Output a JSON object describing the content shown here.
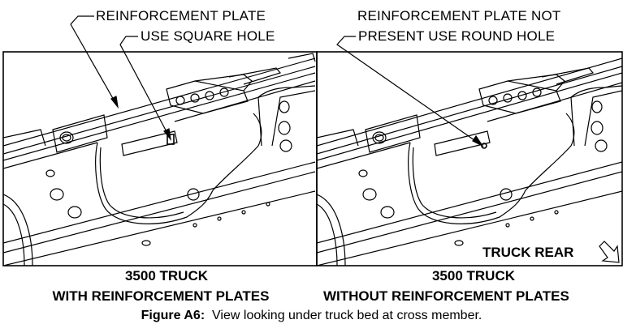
{
  "labels": {
    "left_callout_1": "REINFORCEMENT PLATE",
    "left_callout_2": "USE SQUARE HOLE",
    "right_callout_1": "REINFORCEMENT PLATE NOT",
    "right_callout_2": "PRESENT USE ROUND HOLE",
    "truck_rear": "TRUCK REAR"
  },
  "captions": {
    "left_line_1": "3500 TRUCK",
    "left_line_2": "WITH REINFORCEMENT PLATES",
    "right_line_1": "3500 TRUCK",
    "right_line_2": "WITHOUT REINFORCEMENT PLATES",
    "figure_label": "Figure A6:",
    "figure_text": "View looking under truck bed at cross member."
  },
  "icons": {
    "direction_arrow": "arrow-down-right-icon"
  },
  "colors": {
    "line": "#000000",
    "background": "#ffffff"
  }
}
